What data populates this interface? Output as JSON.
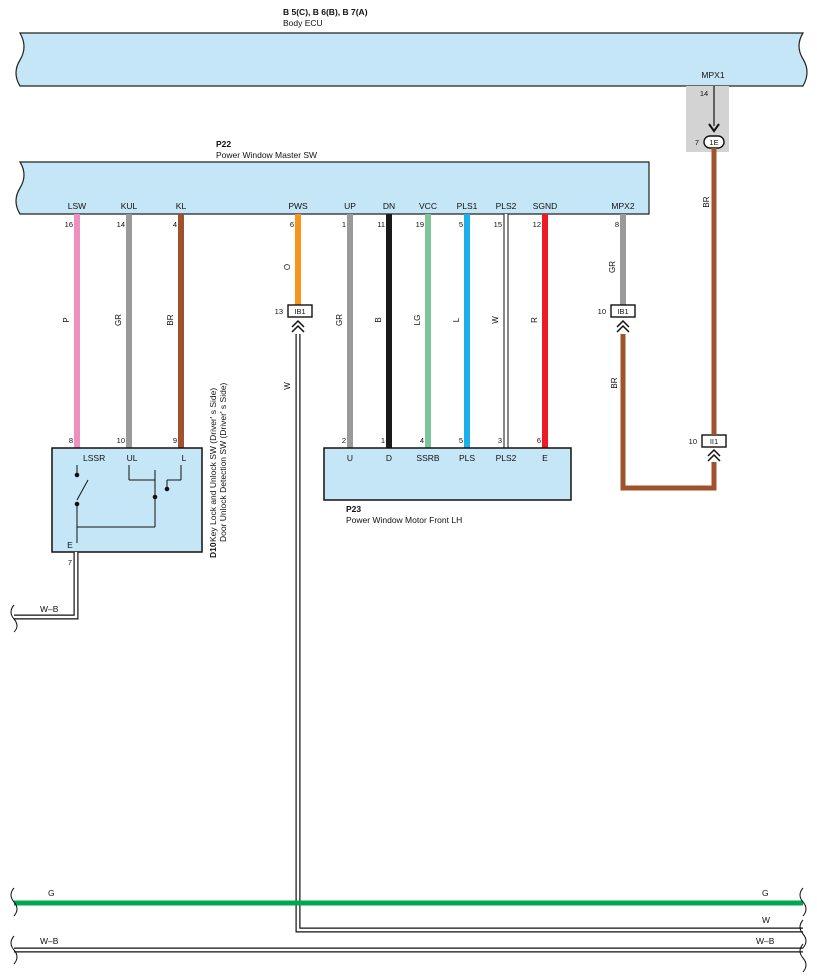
{
  "body_ecu": {
    "code": "B 5(C), B 6(B), B 7(A)",
    "name": "Body ECU",
    "terminal": "MPX1",
    "pin": "14"
  },
  "master_sw": {
    "code": "P22",
    "name": "Power Window Master SW",
    "terminals": [
      {
        "label": "LSW",
        "pin": "16",
        "color": "P",
        "hex": "#ee8fc0"
      },
      {
        "label": "KUL",
        "pin": "14",
        "color": "GR",
        "hex": "#9a9a9a"
      },
      {
        "label": "KL",
        "pin": "4",
        "color": "BR",
        "hex": "#a0522d"
      },
      {
        "label": "PWS",
        "pin": "6",
        "color": "O",
        "hex": "#f7941d"
      },
      {
        "label": "UP",
        "pin": "1",
        "color": "GR",
        "hex": "#9a9a9a"
      },
      {
        "label": "DN",
        "pin": "11",
        "color": "B",
        "hex": "#1a1a1a"
      },
      {
        "label": "VCC",
        "pin": "19",
        "color": "LG",
        "hex": "#7cc49a"
      },
      {
        "label": "PLS1",
        "pin": "5",
        "color": "L",
        "hex": "#1ab0ea"
      },
      {
        "label": "PLS2",
        "pin": "15",
        "color": "W",
        "hex": "#ffffff"
      },
      {
        "label": "SGND",
        "pin": "12",
        "color": "R",
        "hex": "#ed1c24"
      },
      {
        "label": "MPX2",
        "pin": "8",
        "color": "GR",
        "hex": "#9a9a9a"
      }
    ]
  },
  "motor": {
    "code": "P23",
    "name": "Power Window Motor Front LH",
    "terminals": [
      {
        "label": "U",
        "pin": "2"
      },
      {
        "label": "D",
        "pin": "1"
      },
      {
        "label": "SSRB",
        "pin": "4"
      },
      {
        "label": "PLS",
        "pin": "5"
      },
      {
        "label": "PLS2",
        "pin": "3"
      },
      {
        "label": "E",
        "pin": "6"
      }
    ]
  },
  "lock_sw": {
    "code": "D10",
    "name1": "Key Lock and Unlock SW (Driver' s Side)",
    "name2": "Door Unlock Detection SW (Driver' s Side)",
    "terminals": [
      {
        "label": "LSSR",
        "pin": "8"
      },
      {
        "label": "UL",
        "pin": "10"
      },
      {
        "label": "L",
        "pin": "9"
      }
    ],
    "ground_label": "E",
    "ground_pin": "7"
  },
  "connectors": {
    "ib1_left": {
      "name": "IB1",
      "pin": "13"
    },
    "ib1_right": {
      "name": "IB1",
      "pin": "10"
    },
    "ii1": {
      "name": "II1",
      "pin": "10"
    },
    "ecu_1e": {
      "name": "1E",
      "pin": "7"
    }
  },
  "wires": {
    "w_ib1": "W",
    "br_ib1": "BR",
    "br_ecu": "BR",
    "wb_left": "W–B",
    "bus_g": "G",
    "bus_w": "W",
    "bus_wb": "W–B"
  },
  "colors": {
    "box_fill": "#c5e6f7",
    "pink": "#ee8fc0",
    "gray": "#9a9a9a",
    "brown": "#a0522d",
    "orange": "#f7941d",
    "black": "#1a1a1a",
    "lightgreen": "#7cc49a",
    "blue": "#1ab0ea",
    "red": "#ed1c24",
    "green": "#00a651",
    "shade": "#d3d3d3"
  }
}
